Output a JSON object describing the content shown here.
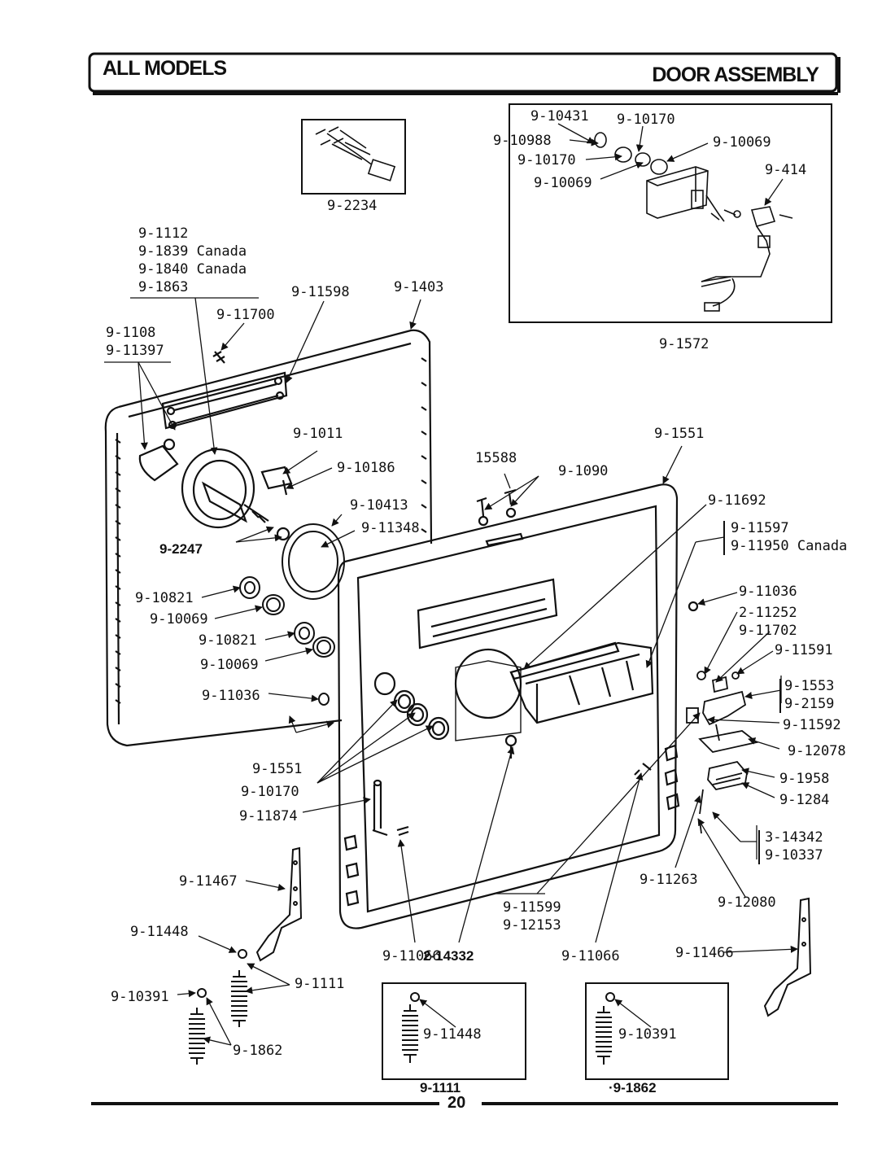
{
  "header": {
    "left_title": "ALL MODELS",
    "right_title": "DOOR ASSEMBLY"
  },
  "page_number": "20",
  "labels": {
    "p_10431": "9-10431",
    "p_10170_top": "9-10170",
    "p_10988": "9-10988",
    "p_10069_top": "9-10069",
    "p_10170_mid": "9-10170",
    "p_414": "9-414",
    "p_10069_mid": "9-10069",
    "p_1572": "9-1572",
    "p_2234": "9-2234",
    "p_1112": "9-1112",
    "p_1839": "9-1839 Canada",
    "p_1840": "9-1840 Canada",
    "p_1863": "9-1863",
    "p_11598": "9-11598",
    "p_1403": "9-1403",
    "p_11700": "9-11700",
    "p_1108": "9-1108",
    "p_11397": "9-11397",
    "p_1011": "9-1011",
    "p_10186": "9-10186",
    "p_1551_top": "9-1551",
    "p_15588": "15588",
    "p_1090": "9-1090",
    "p_11692": "9-11692",
    "p_10413": "9-10413",
    "p_11348": "9-11348",
    "p_11597": "9-11597",
    "p_11950": "9-11950 Canada",
    "p_2247": "9-2247",
    "p_10821_a": "9-10821",
    "p_11036_r": "9-11036",
    "p_10069_a": "9-10069",
    "p_11252": "2-11252",
    "p_11702": "9-11702",
    "p_10821_b": "9-10821",
    "p_11591": "9-11591",
    "p_10069_b": "9-10069",
    "p_1553": "9-1553",
    "p_11036_l": "9-11036",
    "p_2159": "9-2159",
    "p_11592": "9-11592",
    "p_12078": "9-12078",
    "p_1551_bot": "9-1551",
    "p_10170_bot": "9-10170",
    "p_1958": "9-1958",
    "p_11874": "9-11874",
    "p_1284": "9-1284",
    "p_14342": "3-14342",
    "p_10337": "9-10337",
    "p_11467": "9-11467",
    "p_11263": "9-11263",
    "p_12080": "9-12080",
    "p_11599": "9-11599",
    "p_12153": "9-12153",
    "p_11448_l": "9-11448",
    "p_11066_l": "9-11066",
    "p_14332": "2-14332",
    "p_11066_r": "9-11066",
    "p_11466": "9-11466",
    "p_1111_l": "9-1111",
    "p_10391_l": "9-10391",
    "p_11448_box": "9-11448",
    "p_10391_box": "9-10391",
    "p_1862_l": "9-1862",
    "p_1111_box": "9-1111",
    "p_1862_box": "·9-1862"
  }
}
